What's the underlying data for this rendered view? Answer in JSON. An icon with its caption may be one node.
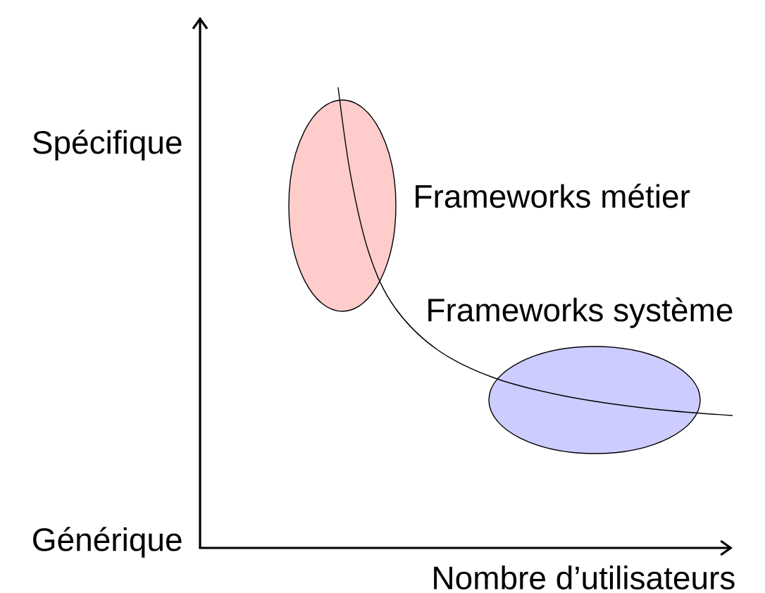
{
  "diagram": {
    "nodes": [
      {
        "text": [
          "Frameworks métier"
        ]
      },
      {
        "text": [
          "Frameworks système"
        ]
      }
    ],
    "edges": [],
    "labels": [
      "Spécifique",
      "Générique",
      "Nombre d’utilisateurs"
    ]
  }
}
